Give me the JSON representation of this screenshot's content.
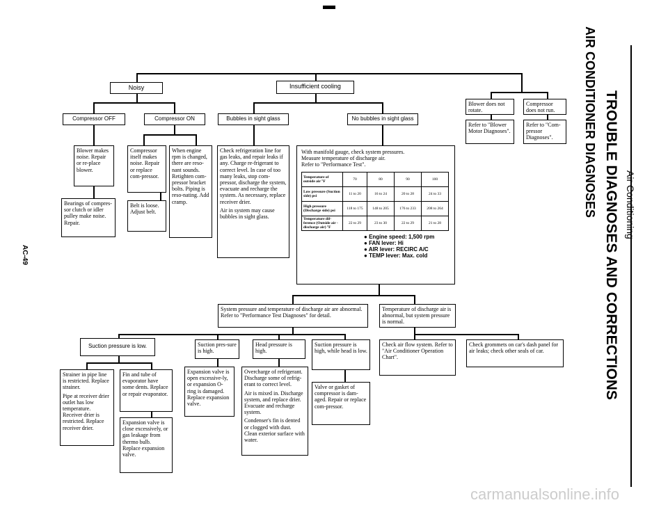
{
  "page": {
    "section_label": "Air Conditioning",
    "title": "TROUBLE DIAGNOSES AND CORRECTIONS",
    "subtitle": "AIR CONDITIONER DIAGNOSES",
    "page_number": "AC-49",
    "watermark": "carmanualsonline.info"
  },
  "boxes": {
    "noisy": "Noisy",
    "insufficient": "Insufficient cooling",
    "comp_off": "Compressor OFF",
    "comp_on": "Compressor ON",
    "bubbles": "Bubbles in sight glass",
    "no_bubbles": "No bubbles in sight glass",
    "blower_makes": "Blower makes noise. Repair or re-place blower.",
    "bearings": "Bearings of compres-sor clutch or idler pulley make noise. Repair.",
    "comp_itself": "Compressor itself makes noise. Repair or replace com-pressor.",
    "belt_loose": "Belt is loose. Adjust belt.",
    "when_engine": "When engine rpm is changed, there are reso-nant sounds. Retighten com-pressor bracket bolts. Piping is reso-nating. Add cramp.",
    "check_ref_p1": "Check refrigeration line for gas leaks, and repair leaks if any. Charge re-frigerant to correct level. In case of too many leaks, stop com-pressor, discharge the system, evacuate and recharge the system. As necessary, replace receiver drier.",
    "check_ref_p2": "Air in system may cause bubbles in sight glass.",
    "blower_not": "Blower does not rotate.",
    "refer_blower": "Refer to \"Blower Motor Diagnoses\".",
    "comp_not": "Compressor does not run.",
    "refer_comp": "Refer to \"Com-pressor Diagnoses\".",
    "manifold_l1": "With manifold gauge, check system pressures.",
    "manifold_l2": "Measure temperature of discharge air.",
    "manifold_l3": "Refer to \"Performance Test\".",
    "system_abnormal": "System pressure and temperature of discharge air are abnormal. Refer to \"Performance Test Diagnoses\" for detail.",
    "temp_abnormal": "Temperature of discharge air is abnormal, but system pressure is normal.",
    "suction_low": "Suction pressure is low.",
    "suction_high": "Suction pres-sure is high.",
    "head_high": "Head pressure is high.",
    "suction_high_head_low": "Suction pressure is high, while head is low.",
    "check_air_flow": "Check air flow system. Refer to \"Air Conditioner Operation Chart\".",
    "check_grommets": "Check grommets on car's dash panel for air leaks; check other seals of car.",
    "strainer_p1": "Strainer in pipe line is restricted. Replace strainer.",
    "strainer_p2": "Pipe at receiver drier outlet has low temperature. Receiver drier is restricted. Replace receiver drier.",
    "fin_tube": "Fin and tube of evaporator have some dents. Replace or repair evaporator.",
    "expansion_close": "Expansion valve is close excessively, or gas leakage from thermo bulb. Replace expansion valve.",
    "expansion_open": "Expansion valve is open excessive-ly, or expansion O-ring is damaged. Replace expansion valve.",
    "overcharge_p1": "Overcharge of refrigerant. Discharge some of refrig-erant to correct level.",
    "overcharge_p2": "Air is mixed in. Discharge system, and replace drier. Evacuate and recharge system.",
    "overcharge_p3": "Condenser's fin is dented or clogged with dust. Clean exterior surface with water.",
    "valve_gasket": "Valve or gasket of compressor is dam-aged. Repair or replace com-pressor."
  },
  "perf_table": {
    "rows": [
      {
        "label": "Temperature of outside air °F",
        "values": [
          "70",
          "80",
          "90",
          "100"
        ]
      },
      {
        "label": "Low pressure (Suction side) psi",
        "values": [
          "11 to 20",
          "16 to 24",
          "20 to 28",
          "24 to 33"
        ]
      },
      {
        "label": "High pressure (Discharge side) psi",
        "values": [
          "118 to 175",
          "148 to 205",
          "176 to 233",
          "208 to 264"
        ]
      },
      {
        "label": "Temperature dif-ference (Outside air - discharge air) °F",
        "values": [
          "22 to 29",
          "23 to 30",
          "22 to 29",
          "21 to 28"
        ]
      }
    ]
  },
  "conditions": [
    "Engine speed: 1,500 rpm",
    "FAN lever: Hi",
    "AIR lever: RECIRC A/C",
    "TEMP lever: Max. cold"
  ]
}
